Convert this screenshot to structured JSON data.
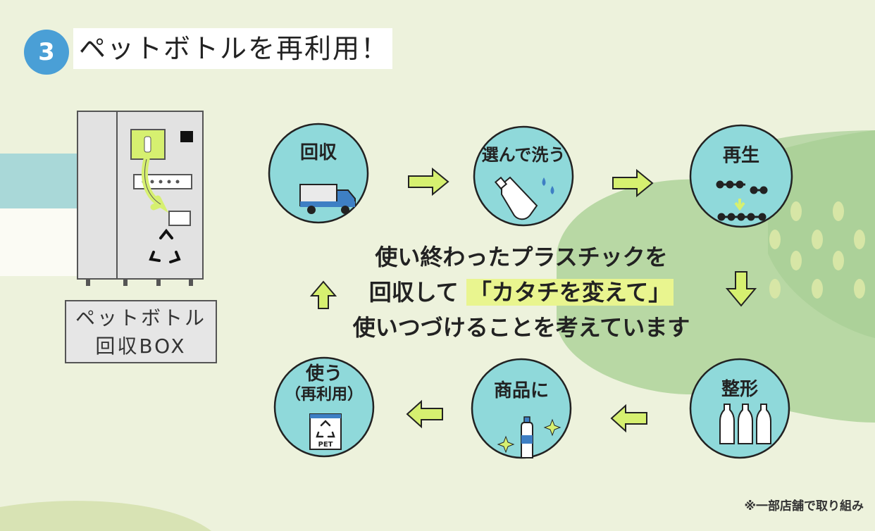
{
  "title": {
    "number": "3",
    "text": "ペットボトルを再利用！"
  },
  "box": {
    "label_line1": "ペットボトル",
    "label_line2": "回収BOX"
  },
  "steps": [
    {
      "label": "回収"
    },
    {
      "label": "選んで洗う"
    },
    {
      "label": "再生"
    },
    {
      "label": "整形"
    },
    {
      "label": "商品に"
    },
    {
      "label_line1": "使う",
      "label_line2": "（再利用）",
      "bag_text": "PET"
    }
  ],
  "center": {
    "line1": "使い終わったプラスチックを",
    "line2_prefix": "回収して",
    "line2_highlight": "「カタチを変えて」",
    "line3": "使いつづけることを考えています"
  },
  "note": "※一部店舗で取り組み",
  "colors": {
    "circle": "#8fd9da",
    "arrow": "#d6f070",
    "accent_blue": "#4a9fd6",
    "bg": "#edf2dc"
  }
}
